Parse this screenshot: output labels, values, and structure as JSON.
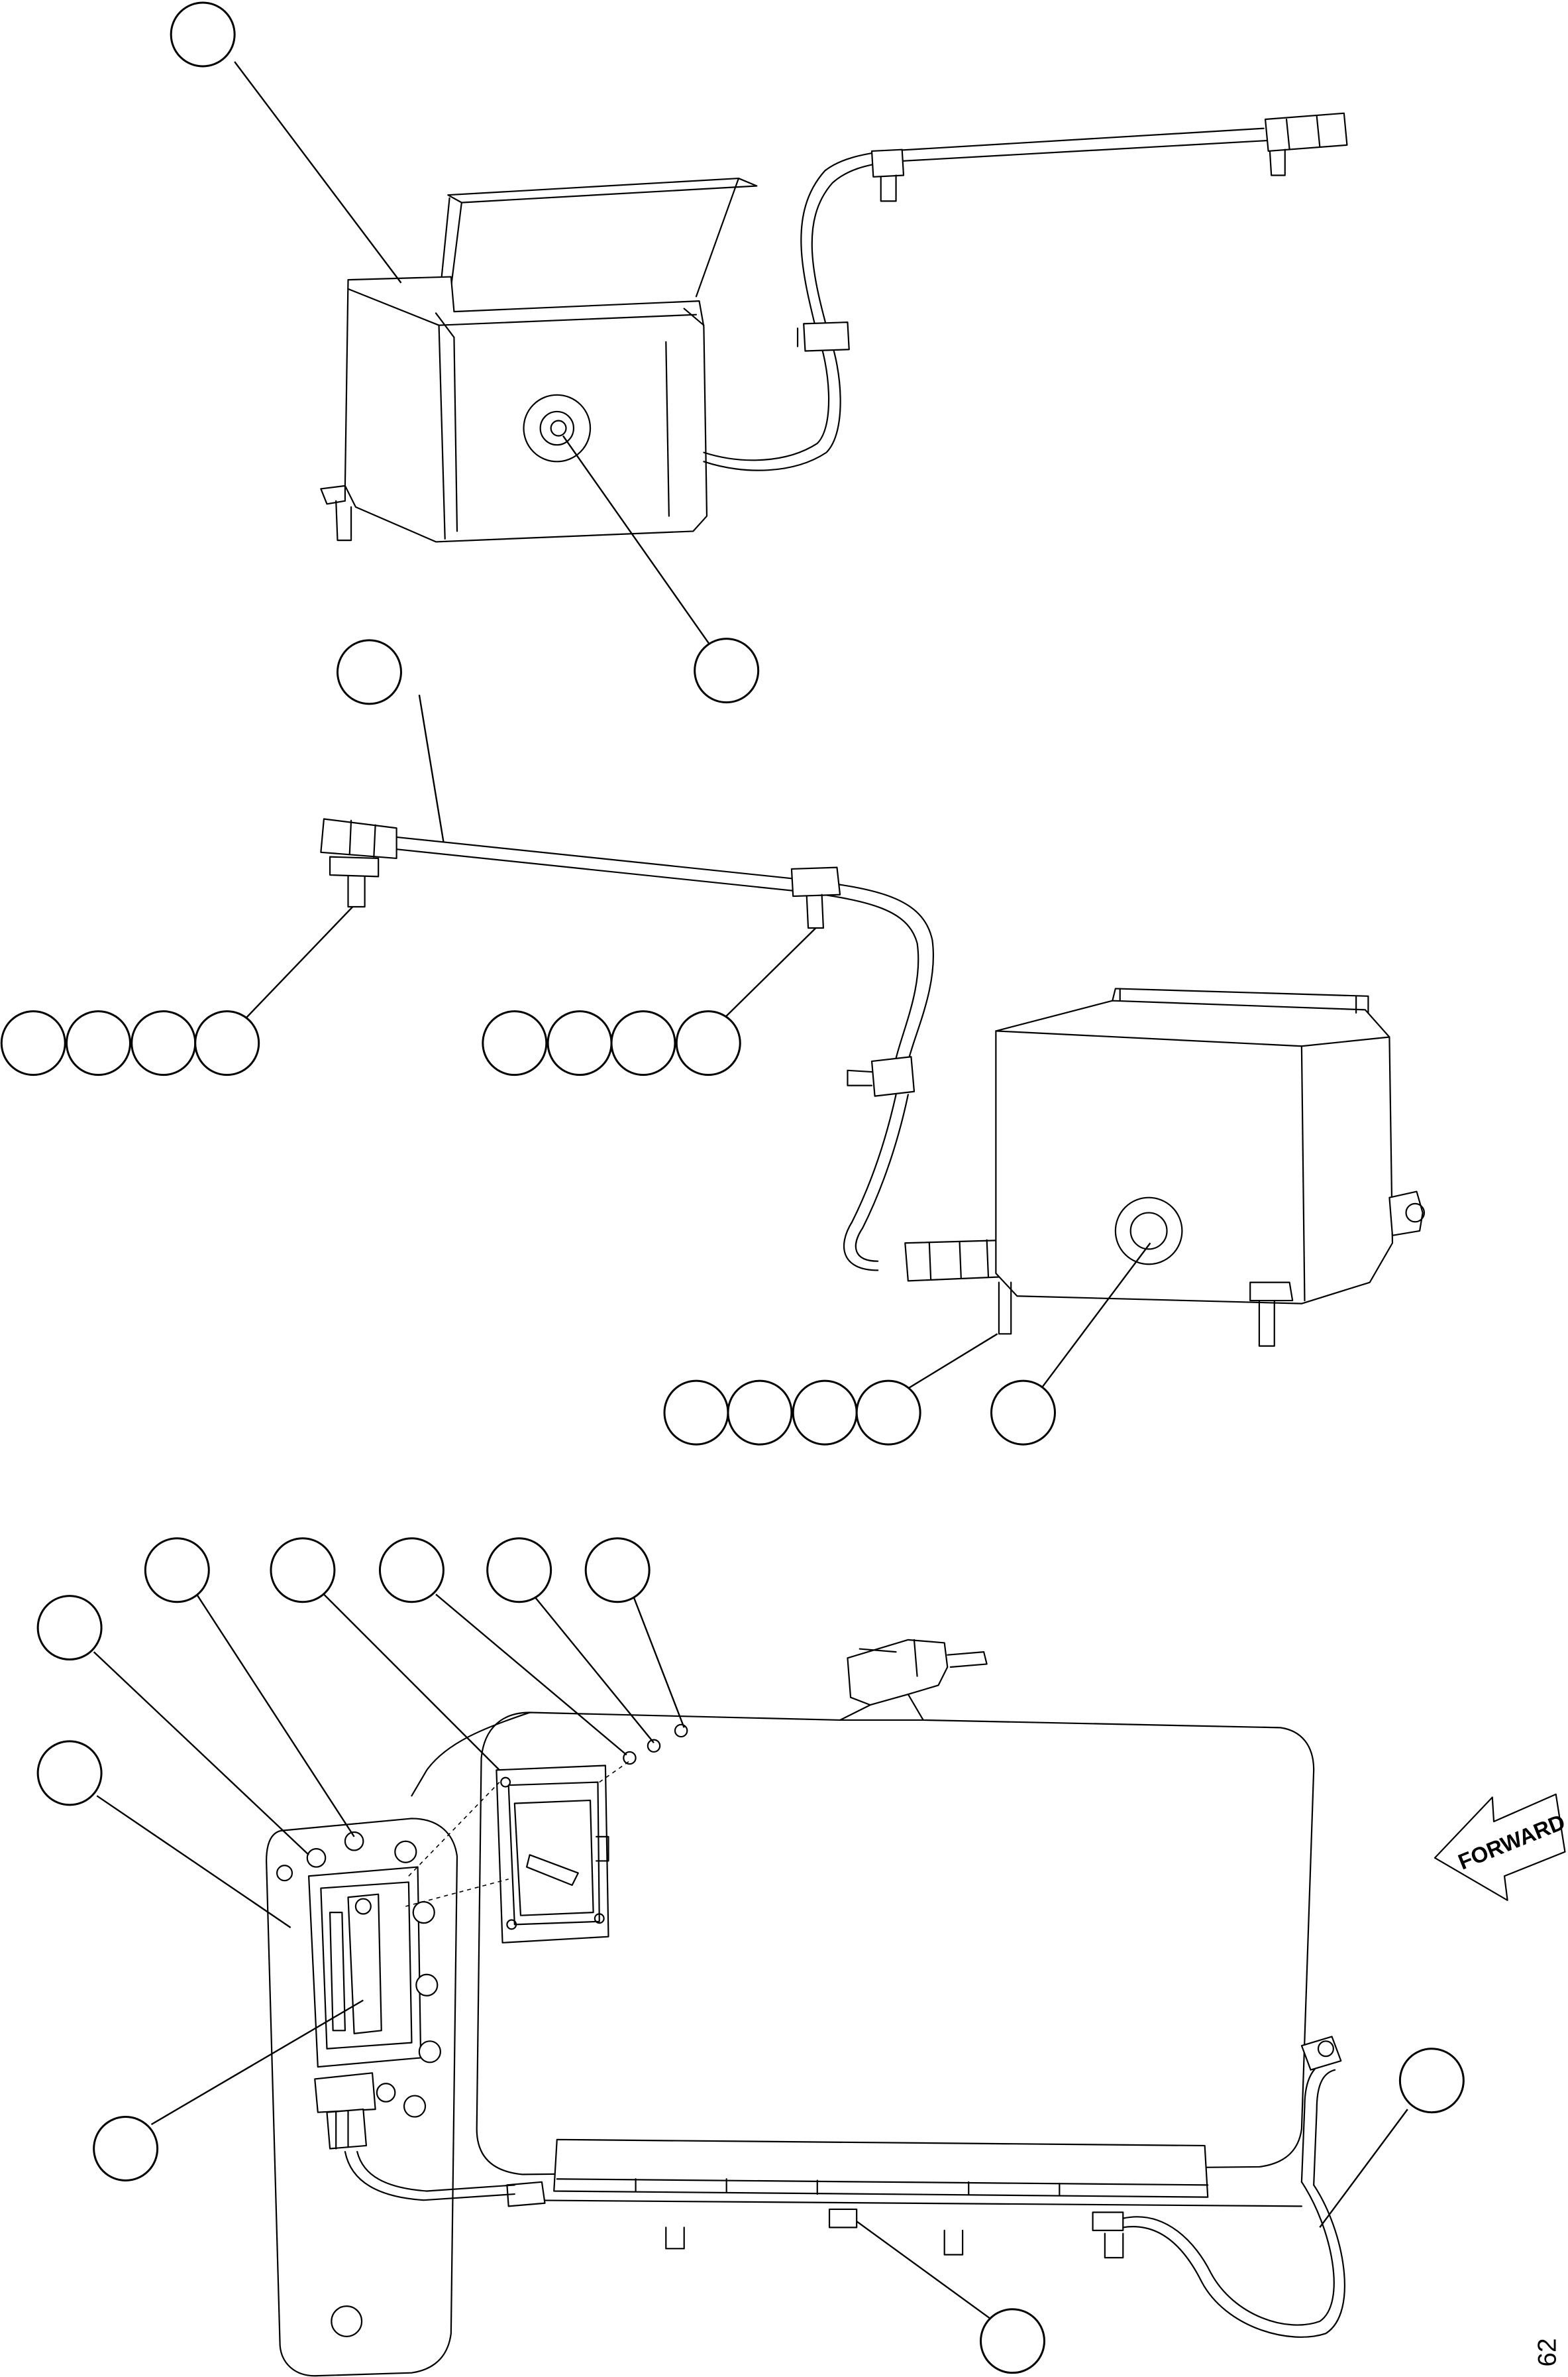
{
  "figure": {
    "forward_label": "FORWARD",
    "corner_mark": "62"
  },
  "callouts": [
    {
      "id": "upper-tank-left-top",
      "label": ""
    },
    {
      "id": "upper-tank-grommet",
      "label": ""
    },
    {
      "id": "middle-harness",
      "label": ""
    },
    {
      "id": "middle-left-group-1",
      "label": ""
    },
    {
      "id": "middle-left-group-2",
      "label": ""
    },
    {
      "id": "middle-left-group-3",
      "label": ""
    },
    {
      "id": "middle-left-group-4",
      "label": ""
    },
    {
      "id": "middle-center-group-1",
      "label": ""
    },
    {
      "id": "middle-center-group-2",
      "label": ""
    },
    {
      "id": "middle-center-group-3",
      "label": ""
    },
    {
      "id": "middle-center-group-4",
      "label": ""
    },
    {
      "id": "middle-bottom-group-1",
      "label": ""
    },
    {
      "id": "middle-bottom-group-2",
      "label": ""
    },
    {
      "id": "middle-bottom-group-3",
      "label": ""
    },
    {
      "id": "middle-bottom-group-4",
      "label": ""
    },
    {
      "id": "middle-grommet",
      "label": ""
    },
    {
      "id": "lower-top-1",
      "label": ""
    },
    {
      "id": "lower-top-2",
      "label": ""
    },
    {
      "id": "lower-top-3",
      "label": ""
    },
    {
      "id": "lower-top-4",
      "label": ""
    },
    {
      "id": "lower-top-5",
      "label": ""
    },
    {
      "id": "lower-left-1",
      "label": ""
    },
    {
      "id": "lower-left-2",
      "label": ""
    },
    {
      "id": "lower-gauge",
      "label": ""
    },
    {
      "id": "lower-harness-right",
      "label": ""
    },
    {
      "id": "lower-bottom-clip",
      "label": ""
    }
  ]
}
